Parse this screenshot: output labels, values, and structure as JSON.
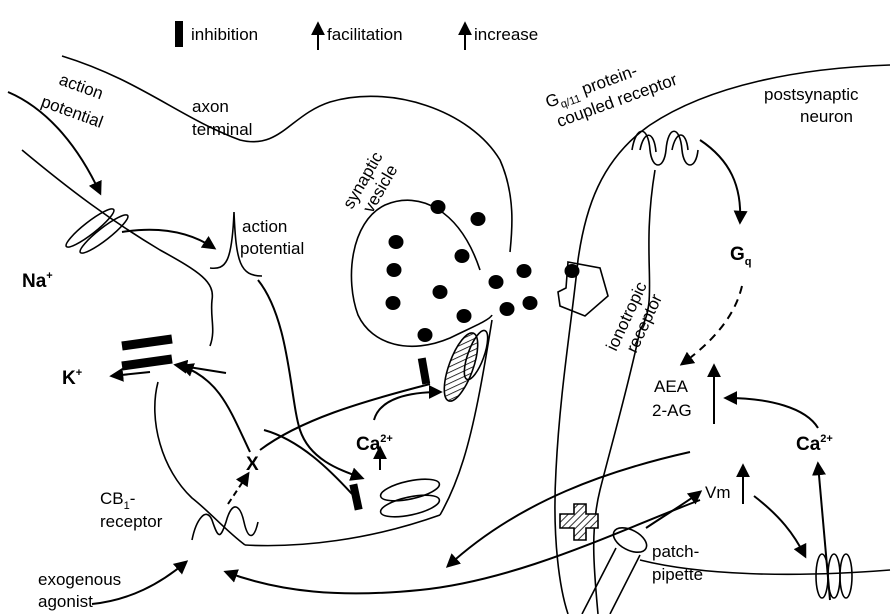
{
  "legend": {
    "inhibition": "inhibition",
    "facilitation": "facilitation",
    "increase": "increase"
  },
  "labels": {
    "action_potential_top_1": "action",
    "action_potential_top_2": "potential",
    "axon_terminal_1": "axon",
    "axon_terminal_2": "terminal",
    "synaptic_vesicle_1": "synaptic",
    "synaptic_vesicle_2": "vesicle",
    "gq_receptor_1_pre": "G",
    "gq_receptor_1_sub": "q/11",
    "gq_receptor_1_post": " protein-",
    "gq_receptor_2": "coupled receptor",
    "postsynaptic_1": "postsynaptic",
    "postsynaptic_2": "neuron",
    "na": "Na",
    "na_sup": "+",
    "action_potential_mid_1": "action",
    "action_potential_mid_2": "potential",
    "gq": "G",
    "gq_sub": "q",
    "ionotropic_1": "ionotropic",
    "ionotropic_2": "receptor",
    "k": "K",
    "k_sup": "+",
    "aea": "AEA",
    "two_ag": "2-AG",
    "ca_mid": "Ca",
    "ca_mid_sup": "2+",
    "x": "X",
    "ca_right": "Ca",
    "ca_right_sup": "2+",
    "cb1_1_pre": "CB",
    "cb1_1_sub": "1",
    "cb1_1_post": "-",
    "cb1_2": "receptor",
    "vm": "Vm",
    "patch_1": "patch-",
    "patch_2": "pipette",
    "exogenous_1": "exogenous",
    "exogenous_2": "agonist"
  }
}
